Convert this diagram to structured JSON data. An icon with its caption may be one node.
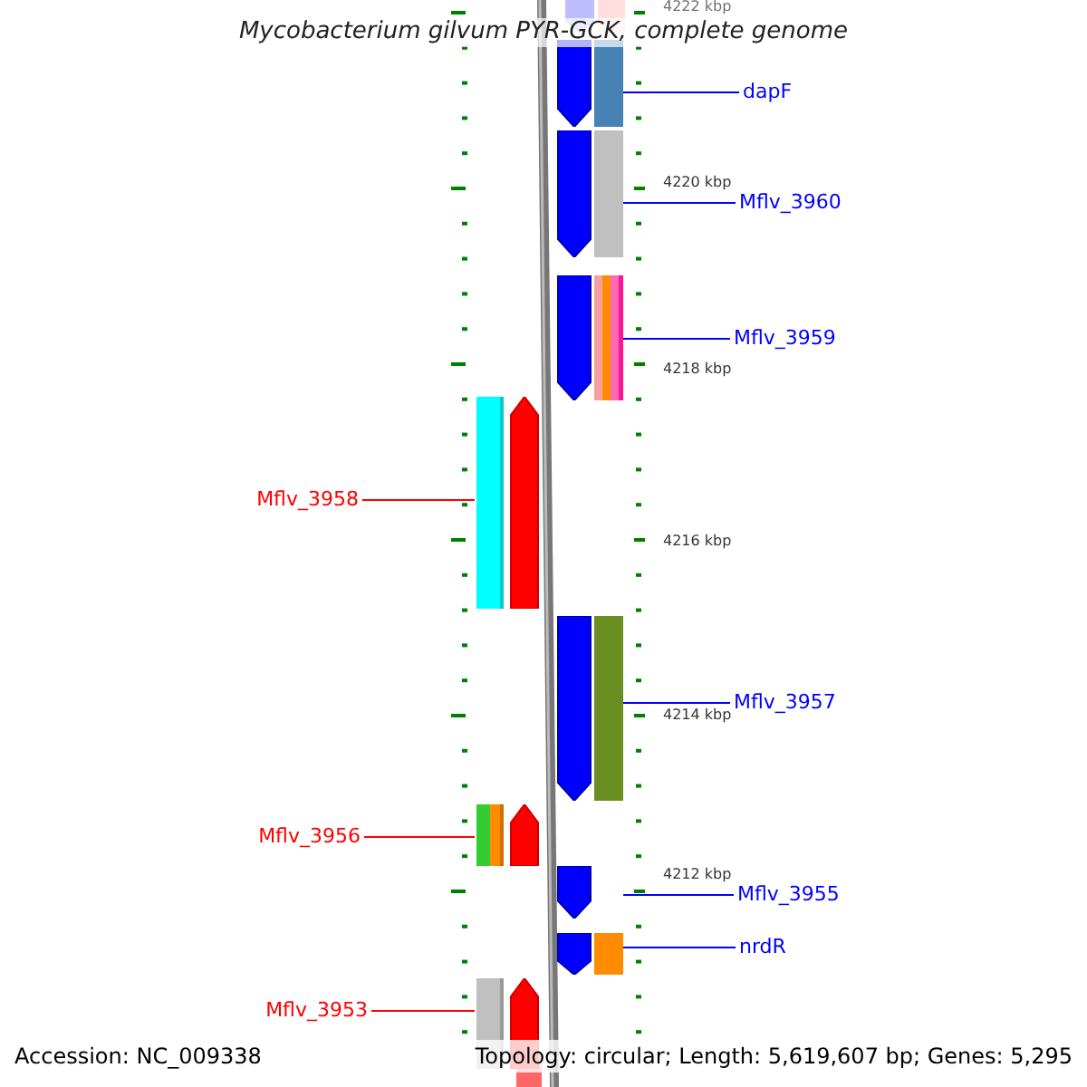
{
  "diagram": {
    "title": "Mycobacterium gilvum PYR-GCK, complete genome",
    "nodes": [
      {
        "text": [
          "dapF"
        ]
      },
      {
        "text": [],
        "shape": "bar"
      },
      {
        "text": [
          "Mflv_3960"
        ]
      },
      {
        "text": [],
        "shape": "bar"
      },
      {
        "text": [
          "Mflv_3959"
        ]
      },
      {
        "text": [],
        "shape": "bar"
      },
      {
        "text": [
          "Mflv_3958"
        ]
      },
      {
        "text": [],
        "shape": "bar"
      },
      {
        "text": [
          "Mflv_3957"
        ]
      },
      {
        "text": [],
        "shape": "bar"
      },
      {
        "text": [
          "Mflv_3956"
        ]
      },
      {
        "text": [],
        "shape": "bar"
      },
      {
        "text": [
          "Mflv_3955"
        ]
      },
      {
        "text": [],
        "shape": "bar"
      },
      {
        "text": [
          "nrdR"
        ]
      },
      {
        "text": [],
        "shape": "bar"
      },
      {
        "text": [
          "Mflv_3953"
        ]
      },
      {
        "text": [],
        "shape": "bar"
      }
    ],
    "edges": [
      {
        "from": 0,
        "to": 1,
        "arrow": "none"
      },
      {
        "from": 2,
        "to": 3,
        "arrow": "none"
      },
      {
        "from": 4,
        "to": 5,
        "arrow": "none"
      },
      {
        "from": 6,
        "to": 7,
        "arrow": "none",
        "color": "#ff0000"
      },
      {
        "from": 8,
        "to": 9,
        "arrow": "none"
      },
      {
        "from": 10,
        "to": 11,
        "arrow": "none",
        "color": "#ff0000"
      },
      {
        "from": 12,
        "to": 13,
        "arrow": "none"
      },
      {
        "from": 14,
        "to": 15,
        "arrow": "none"
      },
      {
        "from": 16,
        "to": 17,
        "arrow": "none",
        "color": "#ff0000"
      }
    ],
    "labels": [
      "4222 kbp",
      "4220 kbp",
      "4218 kbp",
      "4216 kbp",
      "4214 kbp",
      "4212 kbp",
      "Accession: NC_009338",
      "Topology: circular; Length: 5,619,607 bp; Genes: 5,295"
    ]
  }
}
